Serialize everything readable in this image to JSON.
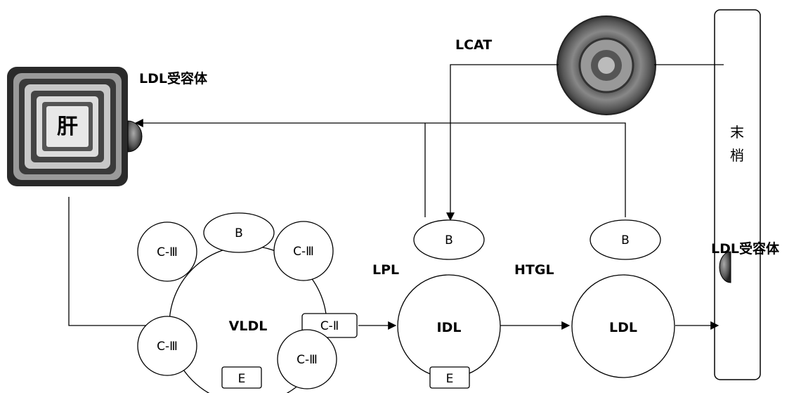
{
  "labels": {
    "ldl_receptor_liver": "LDL受容体",
    "lcat": "LCAT",
    "liver_icon_text": "肝",
    "peripheral_line1": "末",
    "peripheral_line2": "梢",
    "ldl_receptor_peripheral": "LDL受容体",
    "lpl": "LPL",
    "htgl": "HTGL"
  },
  "vldl": {
    "name": "VLDL",
    "apo_b": "B",
    "apo_c3_top_left": "C-Ⅲ",
    "apo_c3_top_right": "C-Ⅲ",
    "apo_c2": "C-Ⅱ",
    "apo_c3_bottom_left": "C-Ⅲ",
    "apo_c3_bottom_right": "C-Ⅲ",
    "apo_e": "E"
  },
  "idl": {
    "name": "IDL",
    "apo_b": "B",
    "apo_e": "E"
  },
  "ldl": {
    "name": "LDL",
    "apo_b": "B"
  }
}
